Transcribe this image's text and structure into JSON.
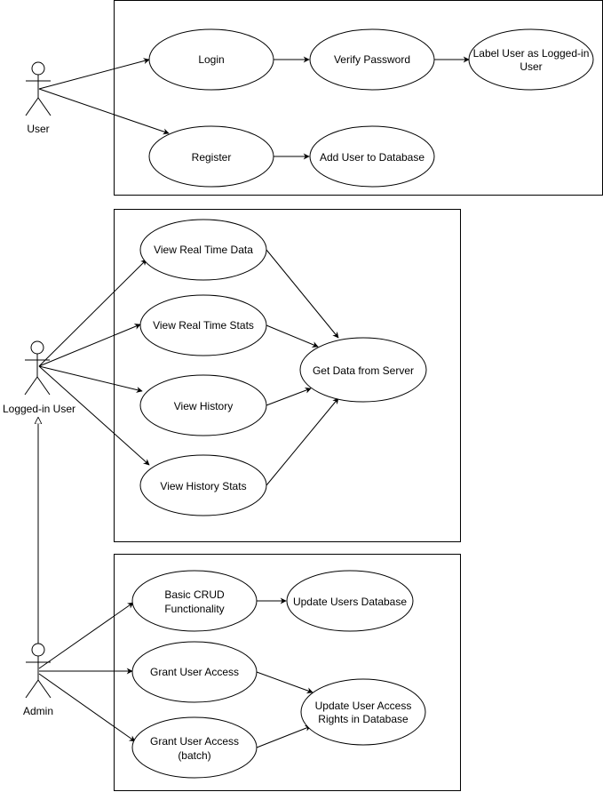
{
  "actors": [
    {
      "id": "user",
      "label": "User"
    },
    {
      "id": "logged_in",
      "label": "Logged-in User"
    },
    {
      "id": "admin",
      "label": "Admin"
    }
  ],
  "use_cases": {
    "login": [
      "Login"
    ],
    "verify_password": [
      "Verify Password"
    ],
    "label_user": [
      "Label User as Logged-in",
      "User"
    ],
    "register": [
      "Register"
    ],
    "add_user_db": [
      "Add User to Database"
    ],
    "view_rt_data": [
      "View Real Time Data"
    ],
    "view_rt_stats": [
      "View Real Time Stats"
    ],
    "view_history": [
      "View History"
    ],
    "view_history_stats": [
      "View History Stats"
    ],
    "get_data_server": [
      "Get Data from Server"
    ],
    "basic_crud": [
      "Basic CRUD",
      "Functionality"
    ],
    "update_users_db": [
      "Update Users Database"
    ],
    "grant_access": [
      "Grant User Access"
    ],
    "grant_access_batch": [
      "Grant User Access",
      "(batch)"
    ],
    "update_access_rights": [
      "Update User Access",
      "Rights in Database"
    ]
  },
  "relations": [
    {
      "from": "user",
      "to": "login",
      "type": "association"
    },
    {
      "from": "user",
      "to": "register",
      "type": "association"
    },
    {
      "from": "login",
      "to": "verify_password",
      "type": "flow"
    },
    {
      "from": "verify_password",
      "to": "label_user",
      "type": "flow"
    },
    {
      "from": "register",
      "to": "add_user_db",
      "type": "flow"
    },
    {
      "from": "logged_in",
      "to": "view_rt_data",
      "type": "association"
    },
    {
      "from": "logged_in",
      "to": "view_rt_stats",
      "type": "association"
    },
    {
      "from": "logged_in",
      "to": "view_history",
      "type": "association"
    },
    {
      "from": "logged_in",
      "to": "view_history_stats",
      "type": "association"
    },
    {
      "from": "view_rt_data",
      "to": "get_data_server",
      "type": "flow"
    },
    {
      "from": "view_rt_stats",
      "to": "get_data_server",
      "type": "flow"
    },
    {
      "from": "view_history",
      "to": "get_data_server",
      "type": "flow"
    },
    {
      "from": "view_history_stats",
      "to": "get_data_server",
      "type": "flow"
    },
    {
      "from": "admin",
      "to": "logged_in",
      "type": "generalization"
    },
    {
      "from": "admin",
      "to": "basic_crud",
      "type": "association"
    },
    {
      "from": "admin",
      "to": "grant_access",
      "type": "association"
    },
    {
      "from": "admin",
      "to": "grant_access_batch",
      "type": "association"
    },
    {
      "from": "basic_crud",
      "to": "update_users_db",
      "type": "flow"
    },
    {
      "from": "grant_access",
      "to": "update_access_rights",
      "type": "flow"
    },
    {
      "from": "grant_access_batch",
      "to": "update_access_rights",
      "type": "flow"
    }
  ]
}
